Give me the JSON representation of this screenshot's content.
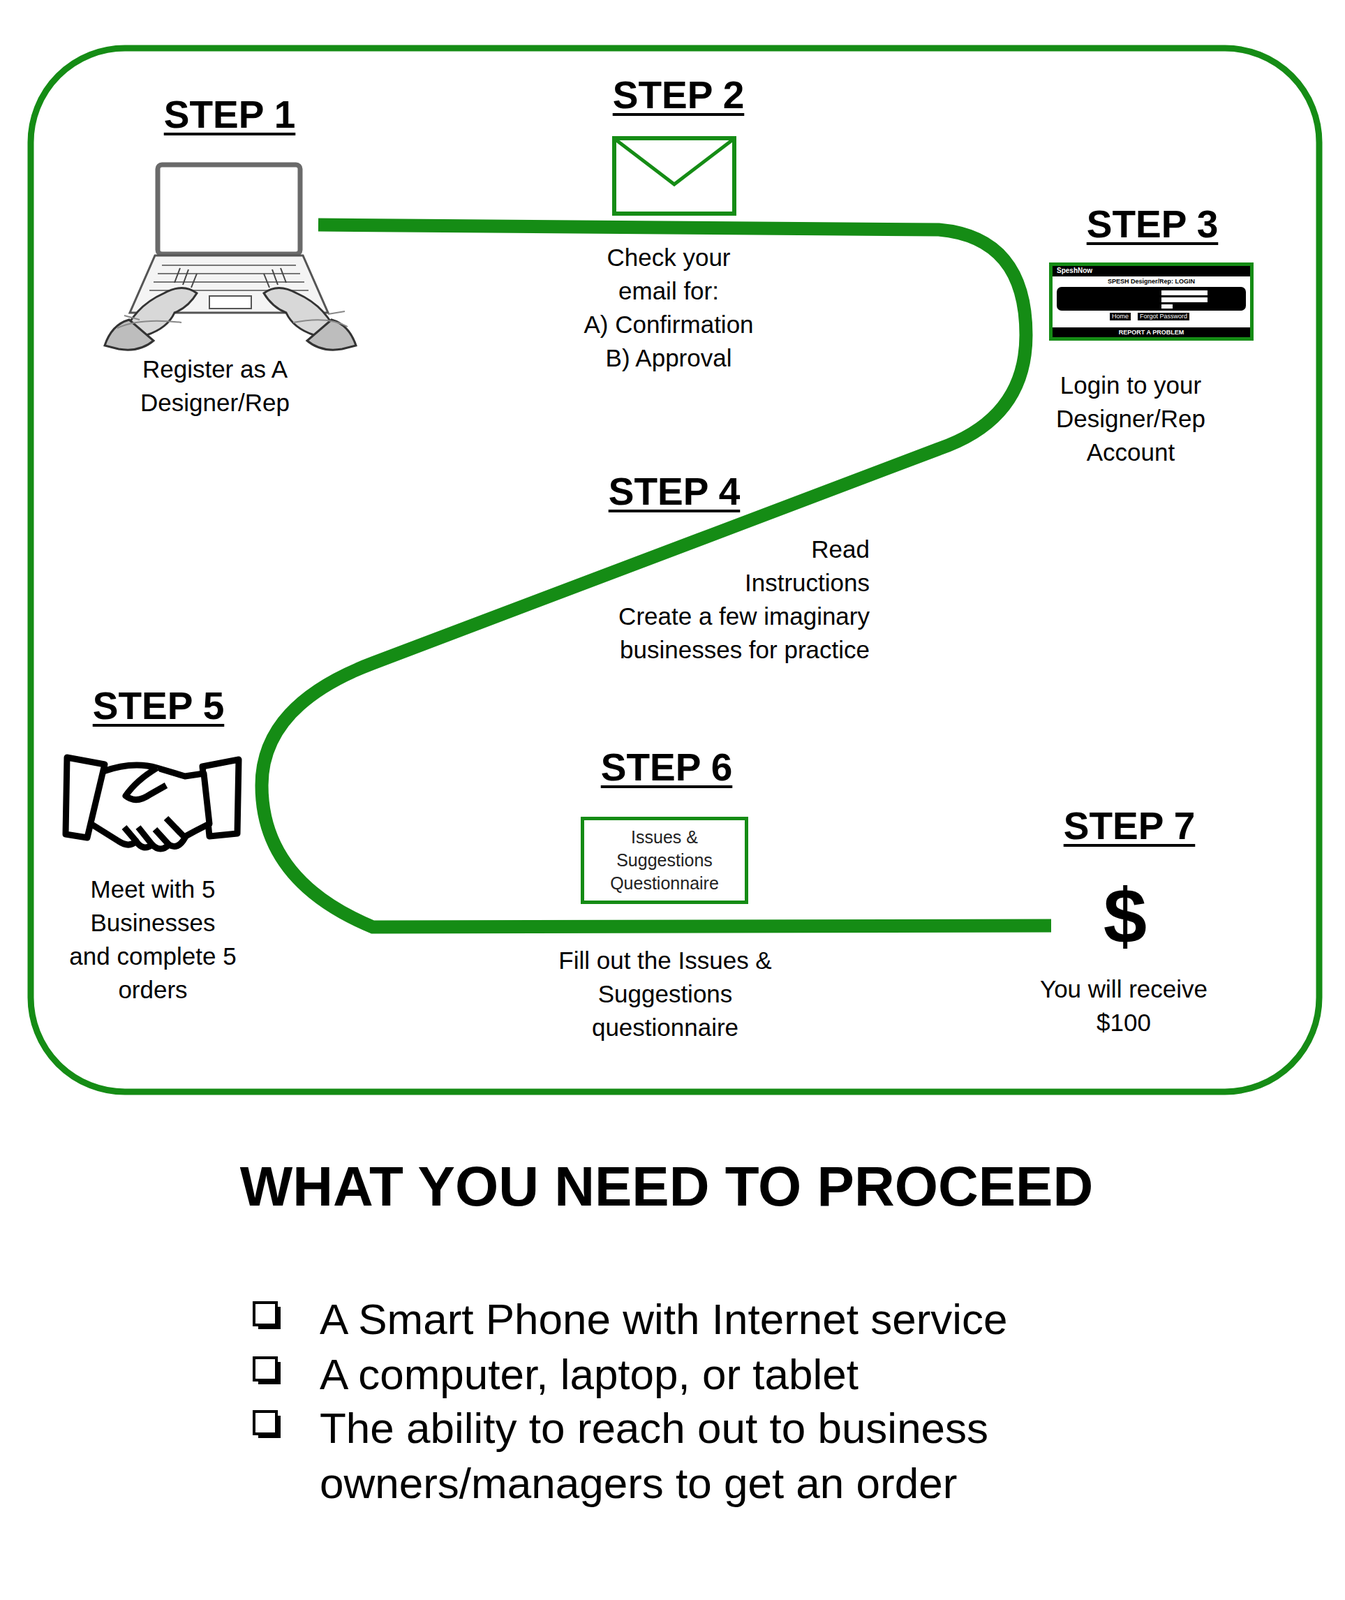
{
  "diagram": {
    "nodes": [
      {
        "text": [
          "SpeshNow",
          "SPESH Designer/Rep: LOGIN",
          "Home",
          "Forgot Password",
          "REPORT A PROBLEM"
        ]
      },
      {
        "text": [
          "Issues & Suggestions Questionnaire"
        ]
      }
    ],
    "labels": [
      "STEP 1",
      "Register as A Designer/Rep",
      "STEP 2",
      "Check your email for:",
      "A) Confirmation",
      "B) Approval",
      "STEP 3",
      "Login to your Designer/Rep Account",
      "STEP 4",
      "Read Instructions",
      "Create a few imaginary businesses for practice",
      "STEP 5",
      "Meet with 5 Businesses and complete 5 orders",
      "STEP 6",
      "Fill out the Issues & Suggestions questionnaire",
      "STEP 7",
      "$",
      "You will receive $100",
      "WHAT YOU NEED TO PROCEED",
      "A Smart Phone with Internet service",
      "A computer, laptop, or tablet",
      "The ability to reach out to business owners/managers to get an order"
    ]
  }
}
